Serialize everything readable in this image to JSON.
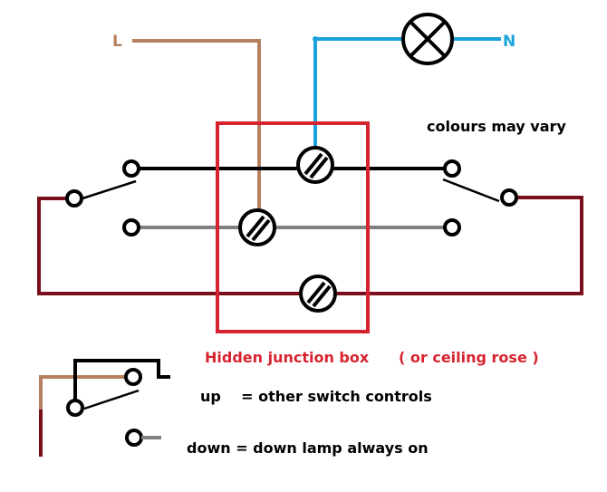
{
  "title": "Two-way switching wiring diagram",
  "colors": {
    "live": "#b5805f",
    "neutral": "#1aa3dc",
    "switch_wire": "#000000",
    "strapper_grey": "#808080",
    "strapper_red": "#7a0f1c",
    "junction_box": "#d7232f",
    "text": "#000000"
  },
  "labels": {
    "live": "L",
    "neutral": "N",
    "colours_note": "colours may vary",
    "junction_box": "Hidden junction box",
    "junction_box_alt": "( or ceiling rose )",
    "legend_up": "up    = other switch controls",
    "legend_down": "down = down lamp always on"
  },
  "components": {
    "lamp": "lamp-icon",
    "terminals": [
      "terminal-top",
      "terminal-middle",
      "terminal-bottom"
    ],
    "switches": [
      "left-two-way-switch",
      "right-two-way-switch",
      "legend-switch"
    ]
  }
}
